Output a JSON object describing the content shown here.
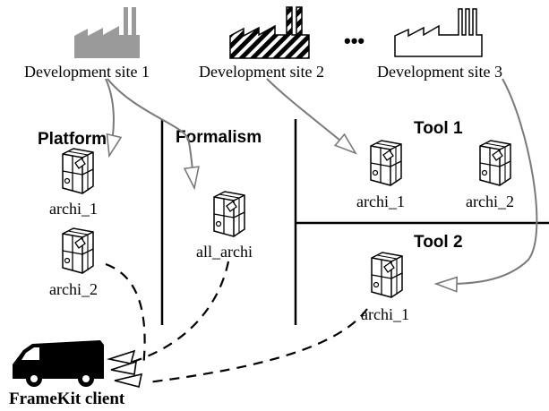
{
  "sites": [
    {
      "label": "Development site 1",
      "style": "grey"
    },
    {
      "label": "Development site 2",
      "style": "hatched"
    },
    {
      "label": "Development site 3",
      "style": "outline"
    }
  ],
  "ellipsis": "•••",
  "sections": {
    "platform": "Platform",
    "formalism": "Formalism",
    "tool1": "Tool 1",
    "tool2": "Tool 2"
  },
  "packages": {
    "platform_archi_1": "archi_1",
    "platform_archi_2": "archi_2",
    "formalism_all_archi": "all_archi",
    "tool1_archi_1": "archi_1",
    "tool1_archi_2": "archi_2",
    "tool2_archi_1": "archi_1"
  },
  "client": {
    "label": "FrameKit client",
    "icon": "van-icon"
  },
  "colors": {
    "factory_grey": "#9a9a9a",
    "ink": "#000000"
  }
}
